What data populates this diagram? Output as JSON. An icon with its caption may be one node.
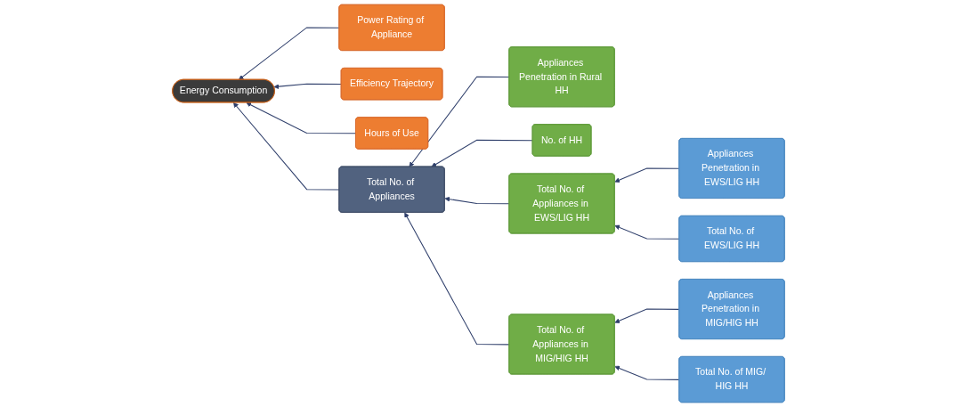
{
  "diagram": {
    "nodes": [
      {
        "text": [
          "Power Rating of Appliance"
        ]
      },
      {
        "text": [
          "Energy Consumption"
        ]
      },
      {
        "text": [
          "Efficiency Trajectory"
        ]
      },
      {
        "text": [
          "Hours of Use"
        ]
      },
      {
        "text": [
          "Total No. of Appliances"
        ]
      },
      {
        "text": [
          "Appliances Penetration in Rural HH"
        ]
      },
      {
        "text": [
          "No. of HH"
        ]
      },
      {
        "text": [
          "Total No. of Appliances in EWS/LIG HH"
        ]
      },
      {
        "text": [
          "Total No. of Appliances in MIG/HIG HH"
        ]
      },
      {
        "text": [
          "Appliances Penetration in EWS/LIG HH"
        ]
      },
      {
        "text": [
          "Total No. of EWS/LIG HH"
        ]
      },
      {
        "text": [
          "Appliances Penetration in MIG/HIG HH"
        ]
      },
      {
        "text": [
          "Total No. of MIG/ HIG HH"
        ]
      }
    ],
    "edges": [
      {
        "from": 0,
        "to": 1,
        "arrow": "to"
      },
      {
        "from": 2,
        "to": 1,
        "arrow": "to"
      },
      {
        "from": 3,
        "to": 1,
        "arrow": "to"
      },
      {
        "from": 4,
        "to": 1,
        "arrow": "to"
      },
      {
        "from": 5,
        "to": 4,
        "arrow": "to"
      },
      {
        "from": 6,
        "to": 4,
        "arrow": "to"
      },
      {
        "from": 7,
        "to": 4,
        "arrow": "to"
      },
      {
        "from": 8,
        "to": 4,
        "arrow": "to"
      },
      {
        "from": 9,
        "to": 7,
        "arrow": "to"
      },
      {
        "from": 10,
        "to": 7,
        "arrow": "to"
      },
      {
        "from": 11,
        "to": 8,
        "arrow": "to"
      },
      {
        "from": 12,
        "to": 8,
        "arrow": "to"
      }
    ]
  }
}
